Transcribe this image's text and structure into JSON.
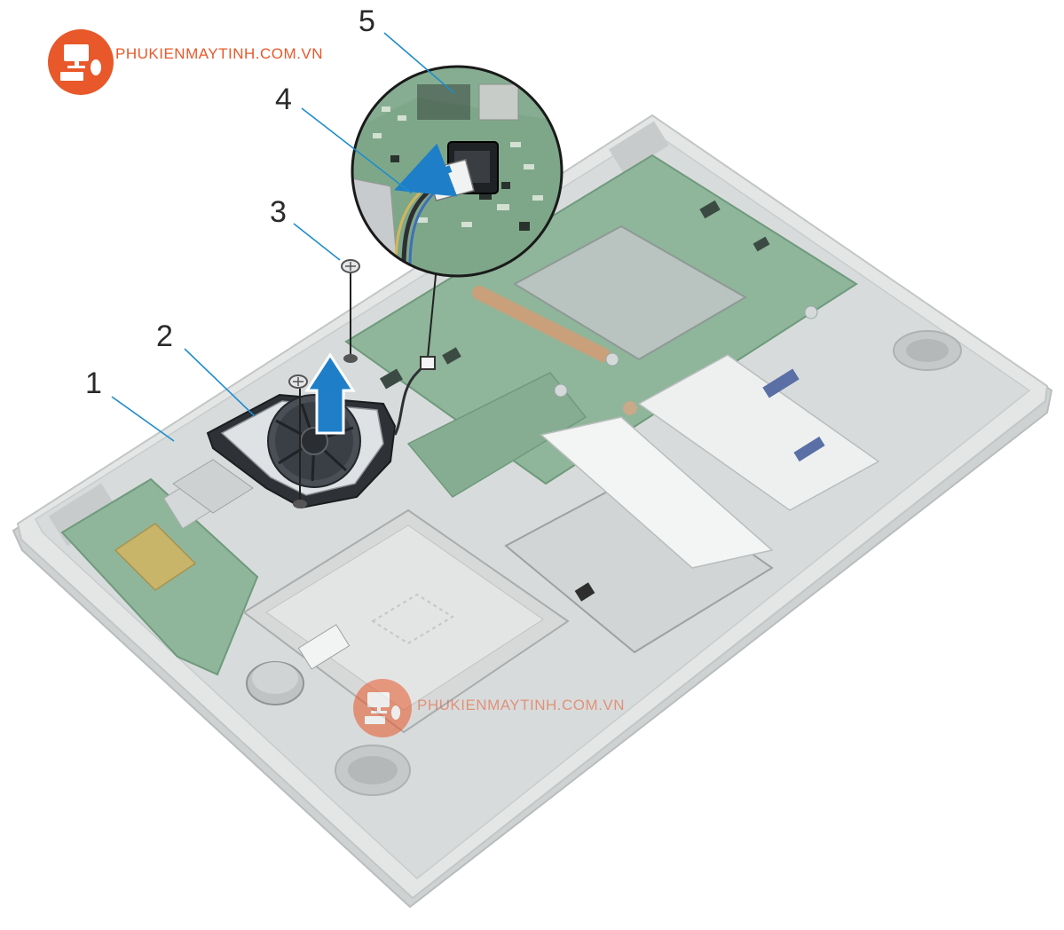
{
  "watermark": {
    "brand_text": "PHUKIENMAYTINH.COM.VN",
    "brand_color": "#e8582a",
    "logo_icon": "computer-monitor-keyboard-mouse-icon"
  },
  "callouts": [
    "1",
    "2",
    "3",
    "4",
    "5"
  ],
  "colors": {
    "leader_line": "#1f8dcc",
    "arrow": "#1e7fc8",
    "board": "#6f9a7d",
    "chassis": "#d9dbdb"
  }
}
